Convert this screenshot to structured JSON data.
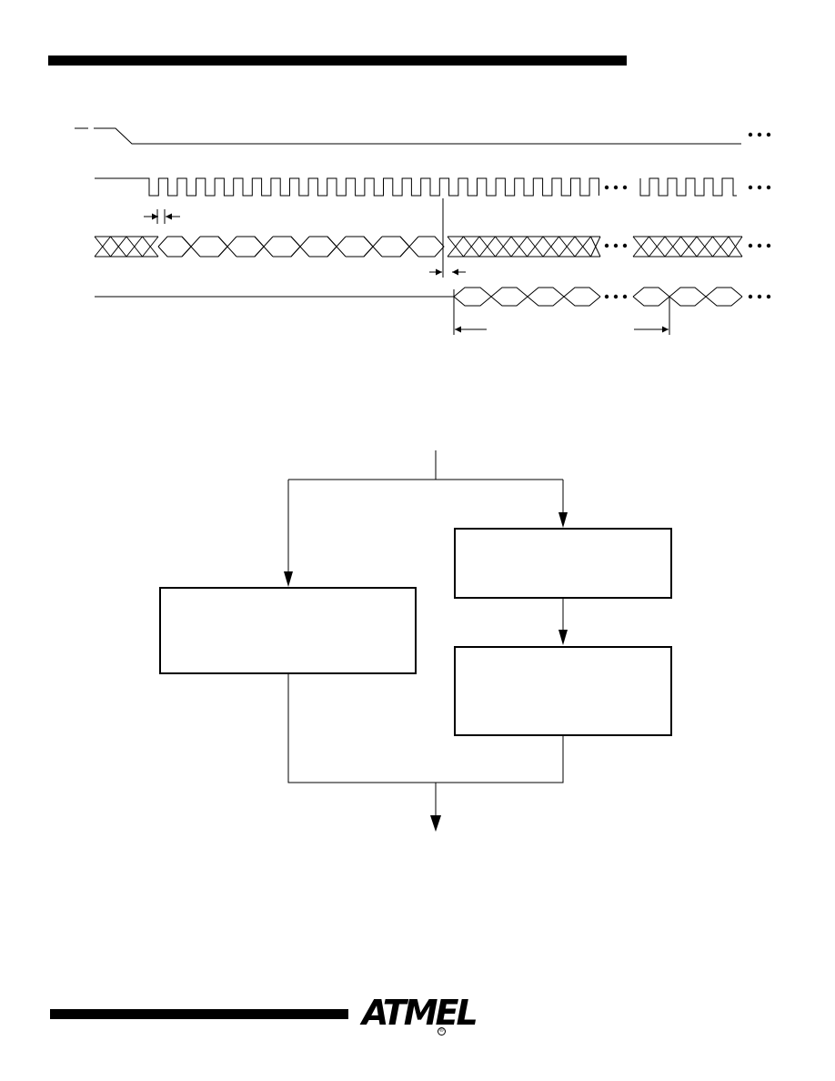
{
  "logo": {
    "text": "ATMEL",
    "registered_mark": "®"
  },
  "timing_diagram": {
    "signals": [
      {
        "id": "reset",
        "label": ""
      },
      {
        "id": "clock",
        "label": ""
      },
      {
        "id": "data-in",
        "label": ""
      },
      {
        "id": "data-out",
        "label": ""
      }
    ],
    "continuation_marks": "•••"
  },
  "flowchart": {
    "boxes": [
      {
        "id": "left",
        "text": ""
      },
      {
        "id": "right-top",
        "text": ""
      },
      {
        "id": "right-bottom",
        "text": ""
      }
    ]
  },
  "colors": {
    "ink": "#000000",
    "background": "#ffffff"
  }
}
